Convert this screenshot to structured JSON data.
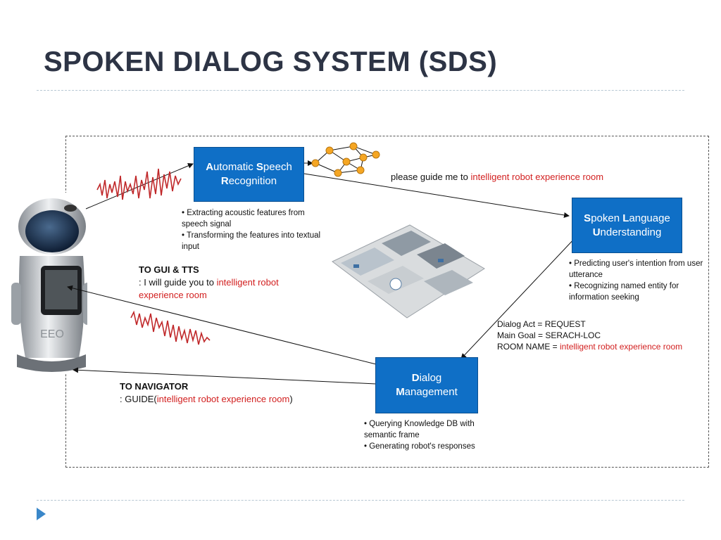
{
  "slide": {
    "title": "SPOKEN DIALOG SYSTEM (SDS)"
  },
  "asr": {
    "line1_a": "A",
    "line1_b": "utomatic ",
    "line1_c": "S",
    "line1_d": "peech",
    "line2_a": "R",
    "line2_b": "ecognition",
    "notes": [
      "• Extracting acoustic features from speech signal",
      "• Transforming the features into textual input"
    ]
  },
  "slu": {
    "line1_a": "S",
    "line1_b": "poken ",
    "line1_c": "L",
    "line1_d": "anguage",
    "line2_a": "U",
    "line2_b": "nderstanding",
    "notes": [
      "• Predicting user's intention from user utterance",
      "• Recognizing named entity for information seeking"
    ]
  },
  "dm": {
    "line1_a": "D",
    "line1_b": "ialog",
    "line2_a": "M",
    "line2_b": "anagement",
    "notes": [
      "• Querying Knowledge DB with semantic frame",
      "• Generating robot's responses"
    ]
  },
  "utterance": {
    "prefix": "please guide me to ",
    "room": "intelligent robot experience room"
  },
  "frame": {
    "act": "Dialog Act = REQUEST",
    "goal": "Main Goal = SERACH-LOC",
    "room_prefix": "ROOM NAME = ",
    "room": "intelligent robot experience room"
  },
  "gui": {
    "heading": "TO GUI & TTS",
    "prefix": ": I will guide you to ",
    "room": "intelligent robot experience room"
  },
  "nav": {
    "heading": "TO NAVIGATOR",
    "prefix": ": GUIDE(",
    "room": "intelligent robot experience room",
    "suffix": ")"
  },
  "colors": {
    "title": "#2d3445",
    "box": "#0f6fc6",
    "highlight": "#d21f1f",
    "wave": "#c0282a",
    "node": "#f5a623"
  }
}
